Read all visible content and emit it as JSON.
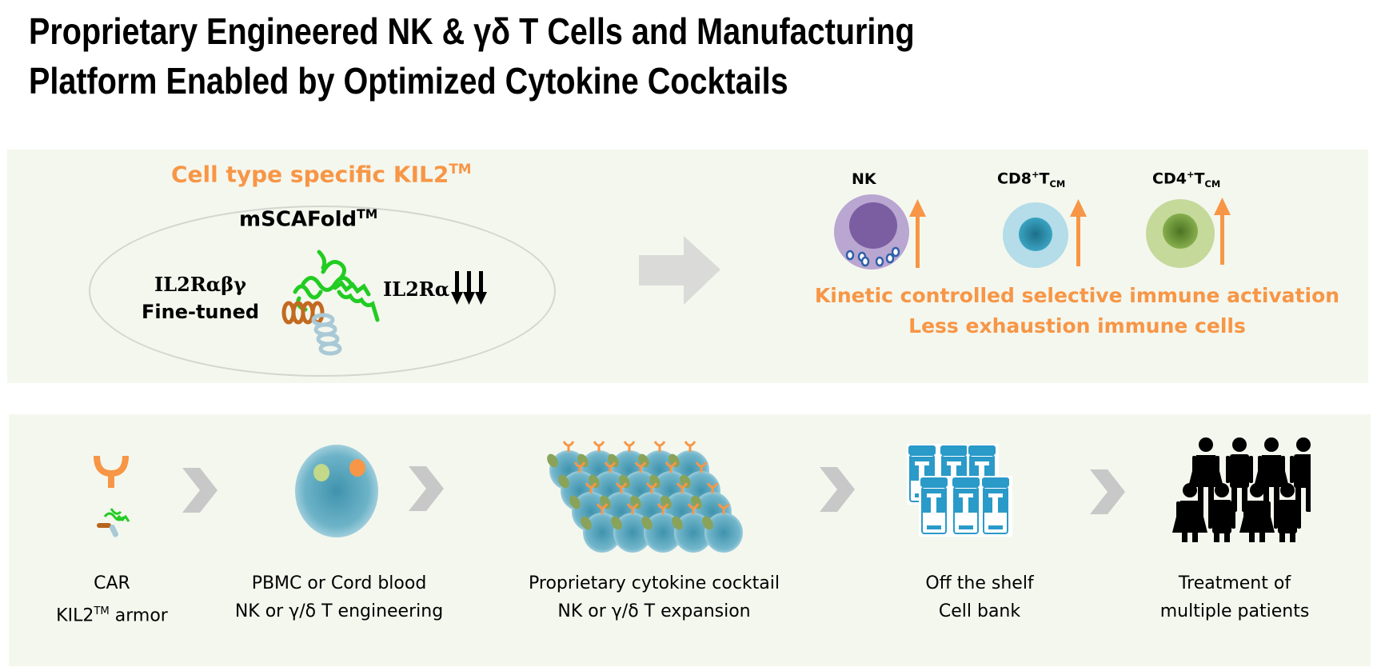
{
  "title": {
    "line1": "Proprietary Engineered NK & γδ T Cells and Manufacturing",
    "line2": "Platform Enabled by Optimized Cytokine Cocktails"
  },
  "top_panel": {
    "heading": "Cell type specific KIL2",
    "heading_sup": "TM",
    "scaffold_label": "mSCAFold",
    "scaffold_sup": "TM",
    "left_label_line1": "IL2Rαβγ",
    "left_label_line2": "Fine-tuned",
    "right_label": "IL2Rα",
    "cells": [
      {
        "label": "NK",
        "sup": "",
        "sub": "",
        "color": "#b9a6d1",
        "nucleus": "#7b5ea1"
      },
      {
        "label": "CD8",
        "sup": "+",
        "after": "T",
        "sub": "CM",
        "color": "#b4dce9",
        "nucleus": "#2d8fad"
      },
      {
        "label": "CD4",
        "sup": "+",
        "after": "T",
        "sub": "CM",
        "color": "#c5d99a",
        "nucleus": "#5f8c2c"
      }
    ],
    "outcome_line1": "Kinetic controlled selective immune activation",
    "outcome_line2": "Less exhaustion immune cells"
  },
  "bottom_panel": {
    "steps": [
      {
        "line1": "CAR",
        "line2_pre": "KIL2",
        "line2_sup": "TM",
        "line2_post": " armor"
      },
      {
        "line1": "PBMC or Cord blood",
        "line2": "NK or γ/δ T engineering"
      },
      {
        "line1": "Proprietary cytokine cocktail",
        "line2": "NK or γ/δ T expansion"
      },
      {
        "line1": "Off the shelf",
        "line2": "Cell bank"
      },
      {
        "line1": "Treatment of",
        "line2": "multiple patients"
      }
    ]
  },
  "colors": {
    "accent_orange": "#f79646",
    "panel_bg": "#f4f7ee",
    "chevron_gray": "#c8c8c8",
    "vial_blue": "#2a9ac9"
  }
}
